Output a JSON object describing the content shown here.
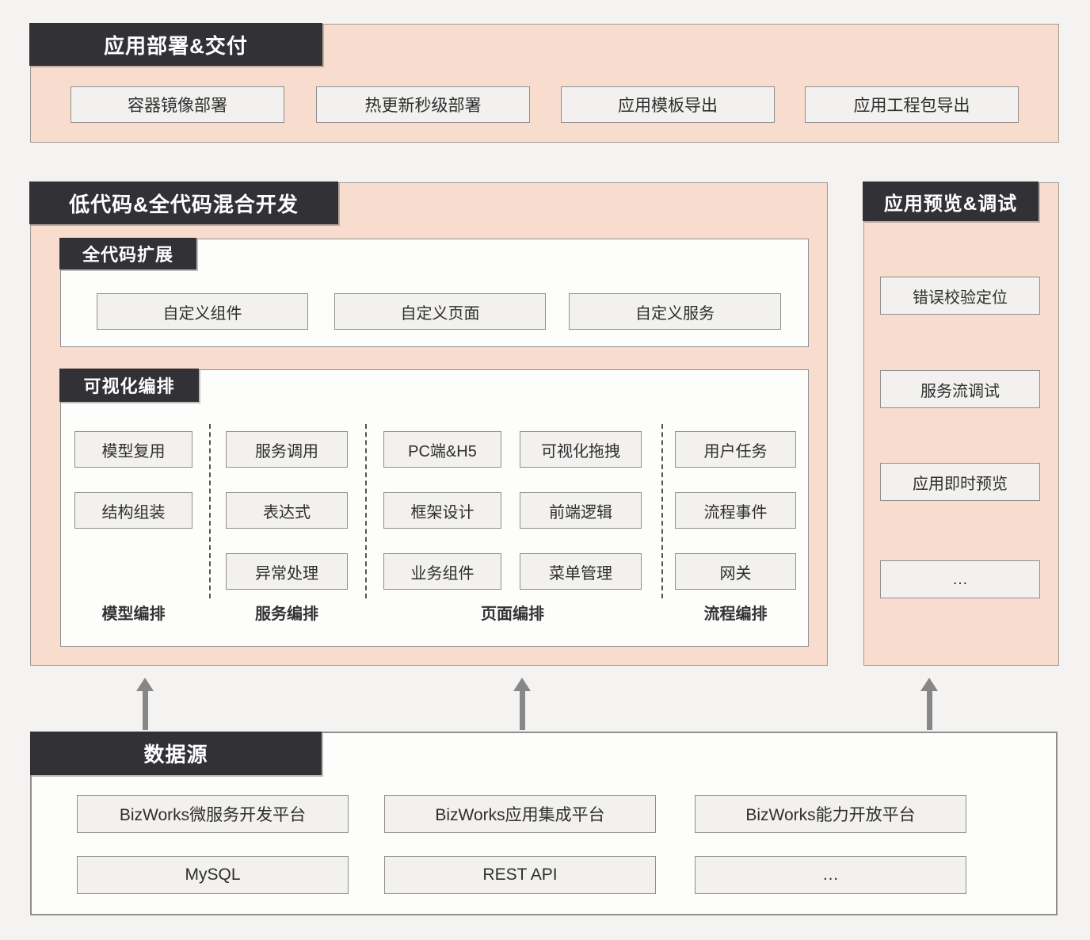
{
  "colors": {
    "peach_background": "#f8ddcf",
    "header_background": "#323135",
    "header_text": "#ffffff",
    "box_fill": "#f2f1ef",
    "box_border": "#8f8f8f",
    "arrow_gray": "#878787",
    "page_background": "#f4f3f1"
  },
  "deploy": {
    "title": "应用部署&交付",
    "items": [
      "容器镜像部署",
      "热更新秒级部署",
      "应用模板导出",
      "应用工程包导出"
    ]
  },
  "lowcode": {
    "title": "低代码&全代码混合开发",
    "fullcode": {
      "title": "全代码扩展",
      "items": [
        "自定义组件",
        "自定义页面",
        "自定义服务"
      ]
    },
    "visual": {
      "title": "可视化编排",
      "groups": [
        {
          "label": "模型编排",
          "cols": [
            [
              "模型复用",
              "结构组装"
            ]
          ]
        },
        {
          "label": "服务编排",
          "cols": [
            [
              "服务调用",
              "表达式",
              "异常处理"
            ]
          ]
        },
        {
          "label": "页面编排",
          "cols": [
            [
              "PC端&H5",
              "框架设计",
              "业务组件"
            ],
            [
              "可视化拖拽",
              "前端逻辑",
              "菜单管理"
            ]
          ]
        },
        {
          "label": "流程编排",
          "cols": [
            [
              "用户任务",
              "流程事件",
              "网关"
            ]
          ]
        }
      ]
    }
  },
  "preview": {
    "title": "应用预览&调试",
    "items": [
      "错误校验定位",
      "服务流调试",
      "应用即时预览",
      "…"
    ]
  },
  "datasource": {
    "title": "数据源",
    "rows": [
      [
        "BizWorks微服务开发平台",
        "BizWorks应用集成平台",
        "BizWorks能力开放平台"
      ],
      [
        "MySQL",
        "REST API",
        "…"
      ]
    ]
  }
}
